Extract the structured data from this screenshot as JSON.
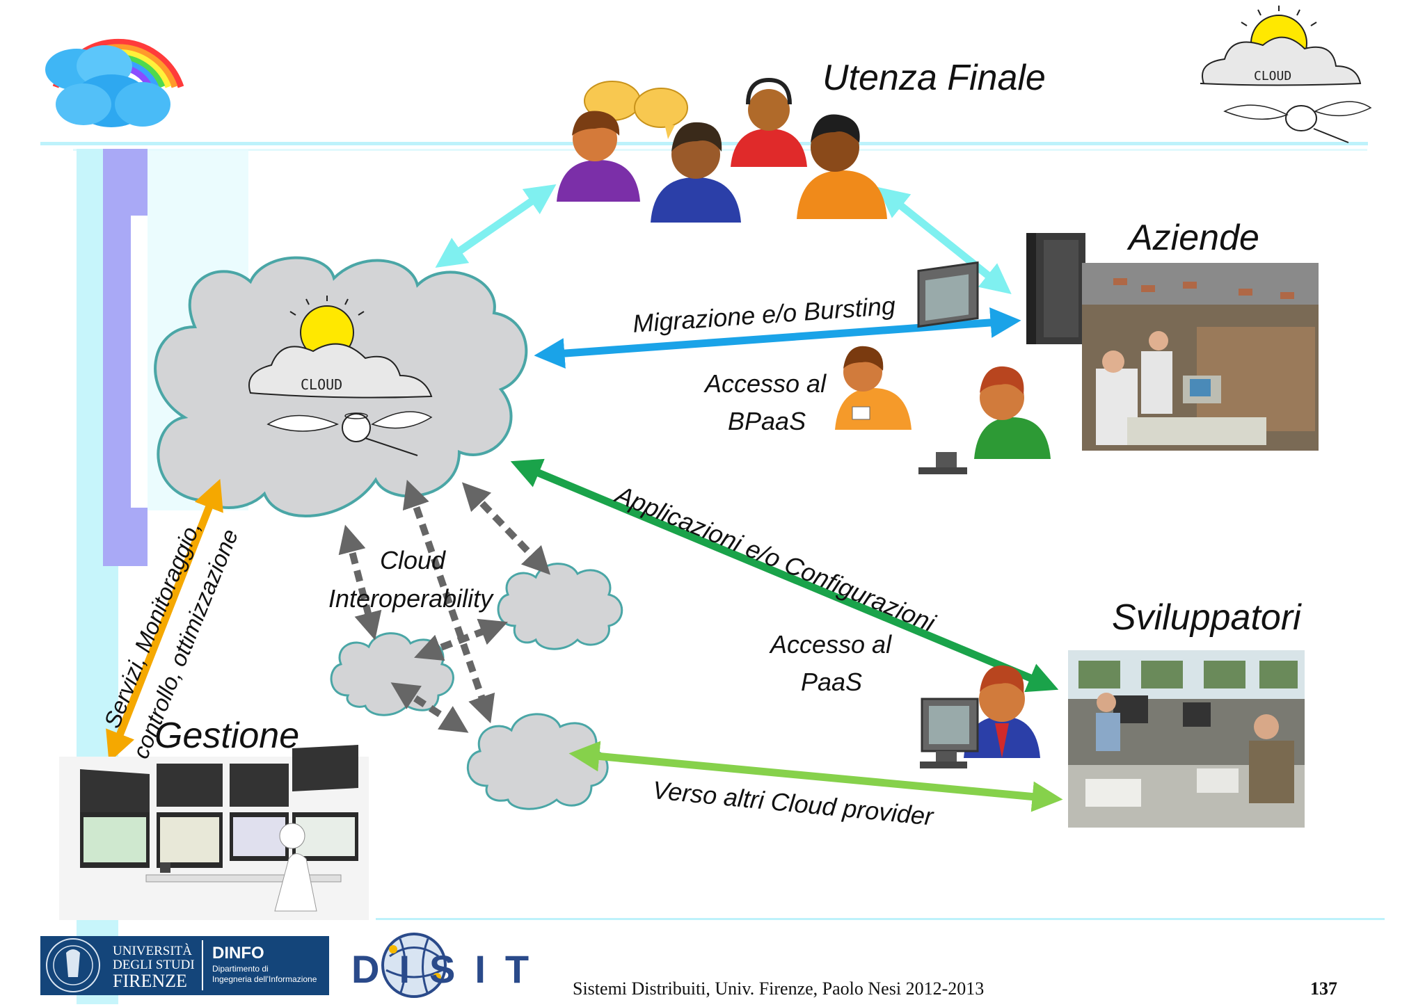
{
  "labels": {
    "utenza_finale": "Utenza Finale",
    "aziende": "Aziende",
    "sviluppatori": "Sviluppatori",
    "gestione": "Gestione",
    "migrazione": "Migrazione e/o Bursting",
    "accesso_bpaas_1": "Accesso al",
    "accesso_bpaas_2": "BPaaS",
    "accesso_paas_1": "Accesso al",
    "accesso_paas_2": "PaaS",
    "applicazioni": "Applicazioni e/o Configurazioni",
    "verso": "Verso altri Cloud provider",
    "cloud_interop_1": "Cloud",
    "cloud_interop_2": "Interoperability",
    "servizi_1": "Servizi, Monitoraggio,",
    "servizi_2": "controllo, ottimizzazione",
    "cloud_sketch": "CLOUD"
  },
  "footer": {
    "university_line1": "UNIVERSITÀ",
    "university_line2": "DEGLI STUDI",
    "university_line3": "FIRENZE",
    "dinfo": "DINFO",
    "dinfo_sub1": "Dipartimento di",
    "dinfo_sub2": "Ingegneria dell'Informazione",
    "disit": "DISIT",
    "course": "Sistemi Distribuiti, Univ. Firenze, Paolo Nesi 2012-2013",
    "page_number": "137"
  },
  "colors": {
    "cyan_arrow": "#7ff0f0",
    "blue_arrow": "#1aa3e8",
    "green_arrow": "#1aa34a",
    "light_green_arrow": "#86d14b",
    "orange_arrow": "#f5a800",
    "cloud_fill": "#d3d4d6",
    "cloud_stroke": "#4aa6a6"
  }
}
